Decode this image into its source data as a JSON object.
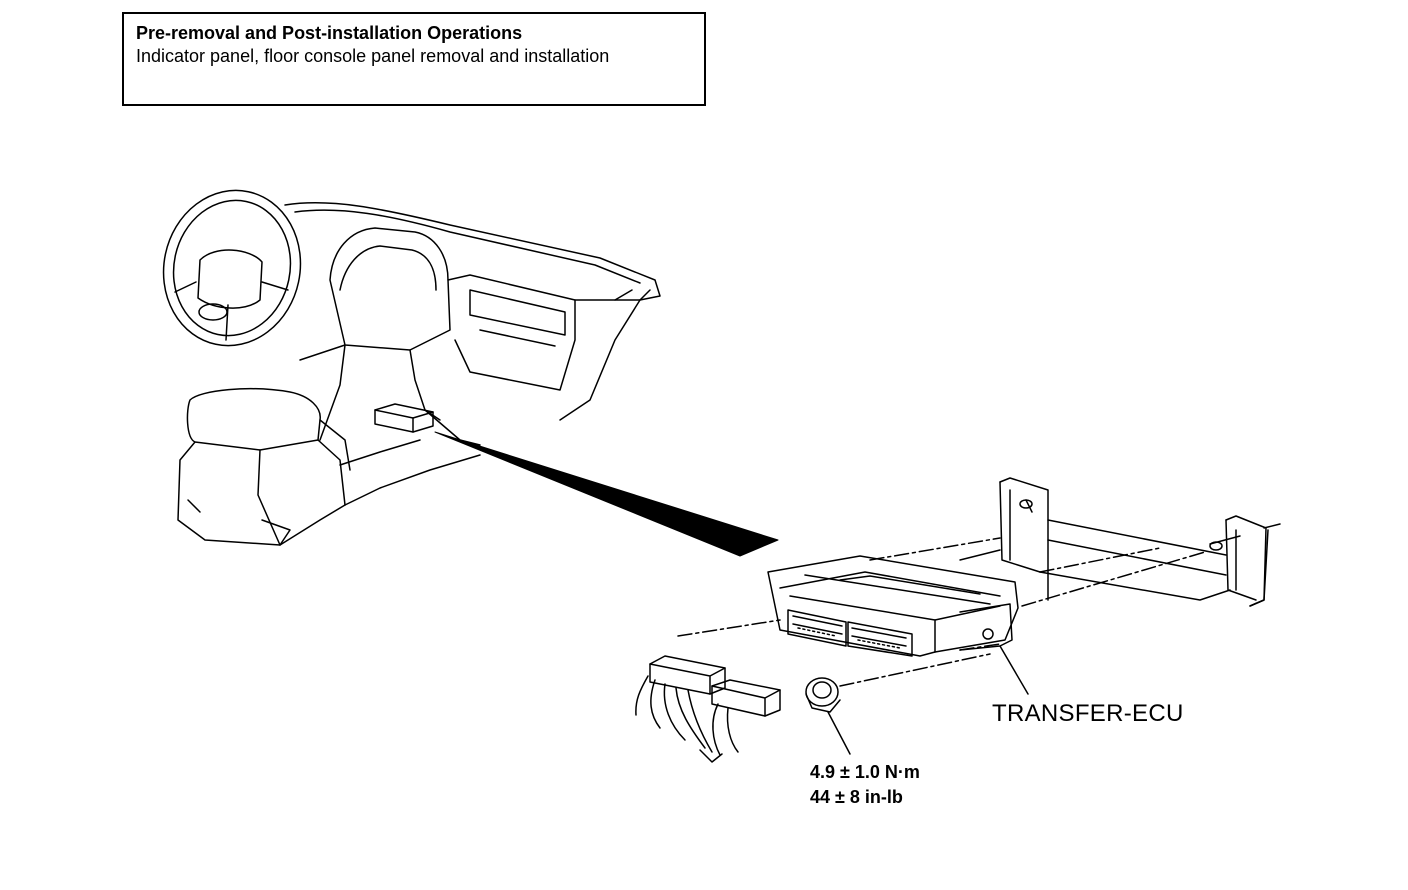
{
  "notice": {
    "title": "Pre-removal and Post-installation Operations",
    "body": "Indicator panel, floor console panel removal and installation"
  },
  "labels": {
    "ecu": "TRANSFER-ECU",
    "torque_nm": "4.9 ± 1.0 N·m",
    "torque_inlb": "44 ± 8 in-lb"
  }
}
